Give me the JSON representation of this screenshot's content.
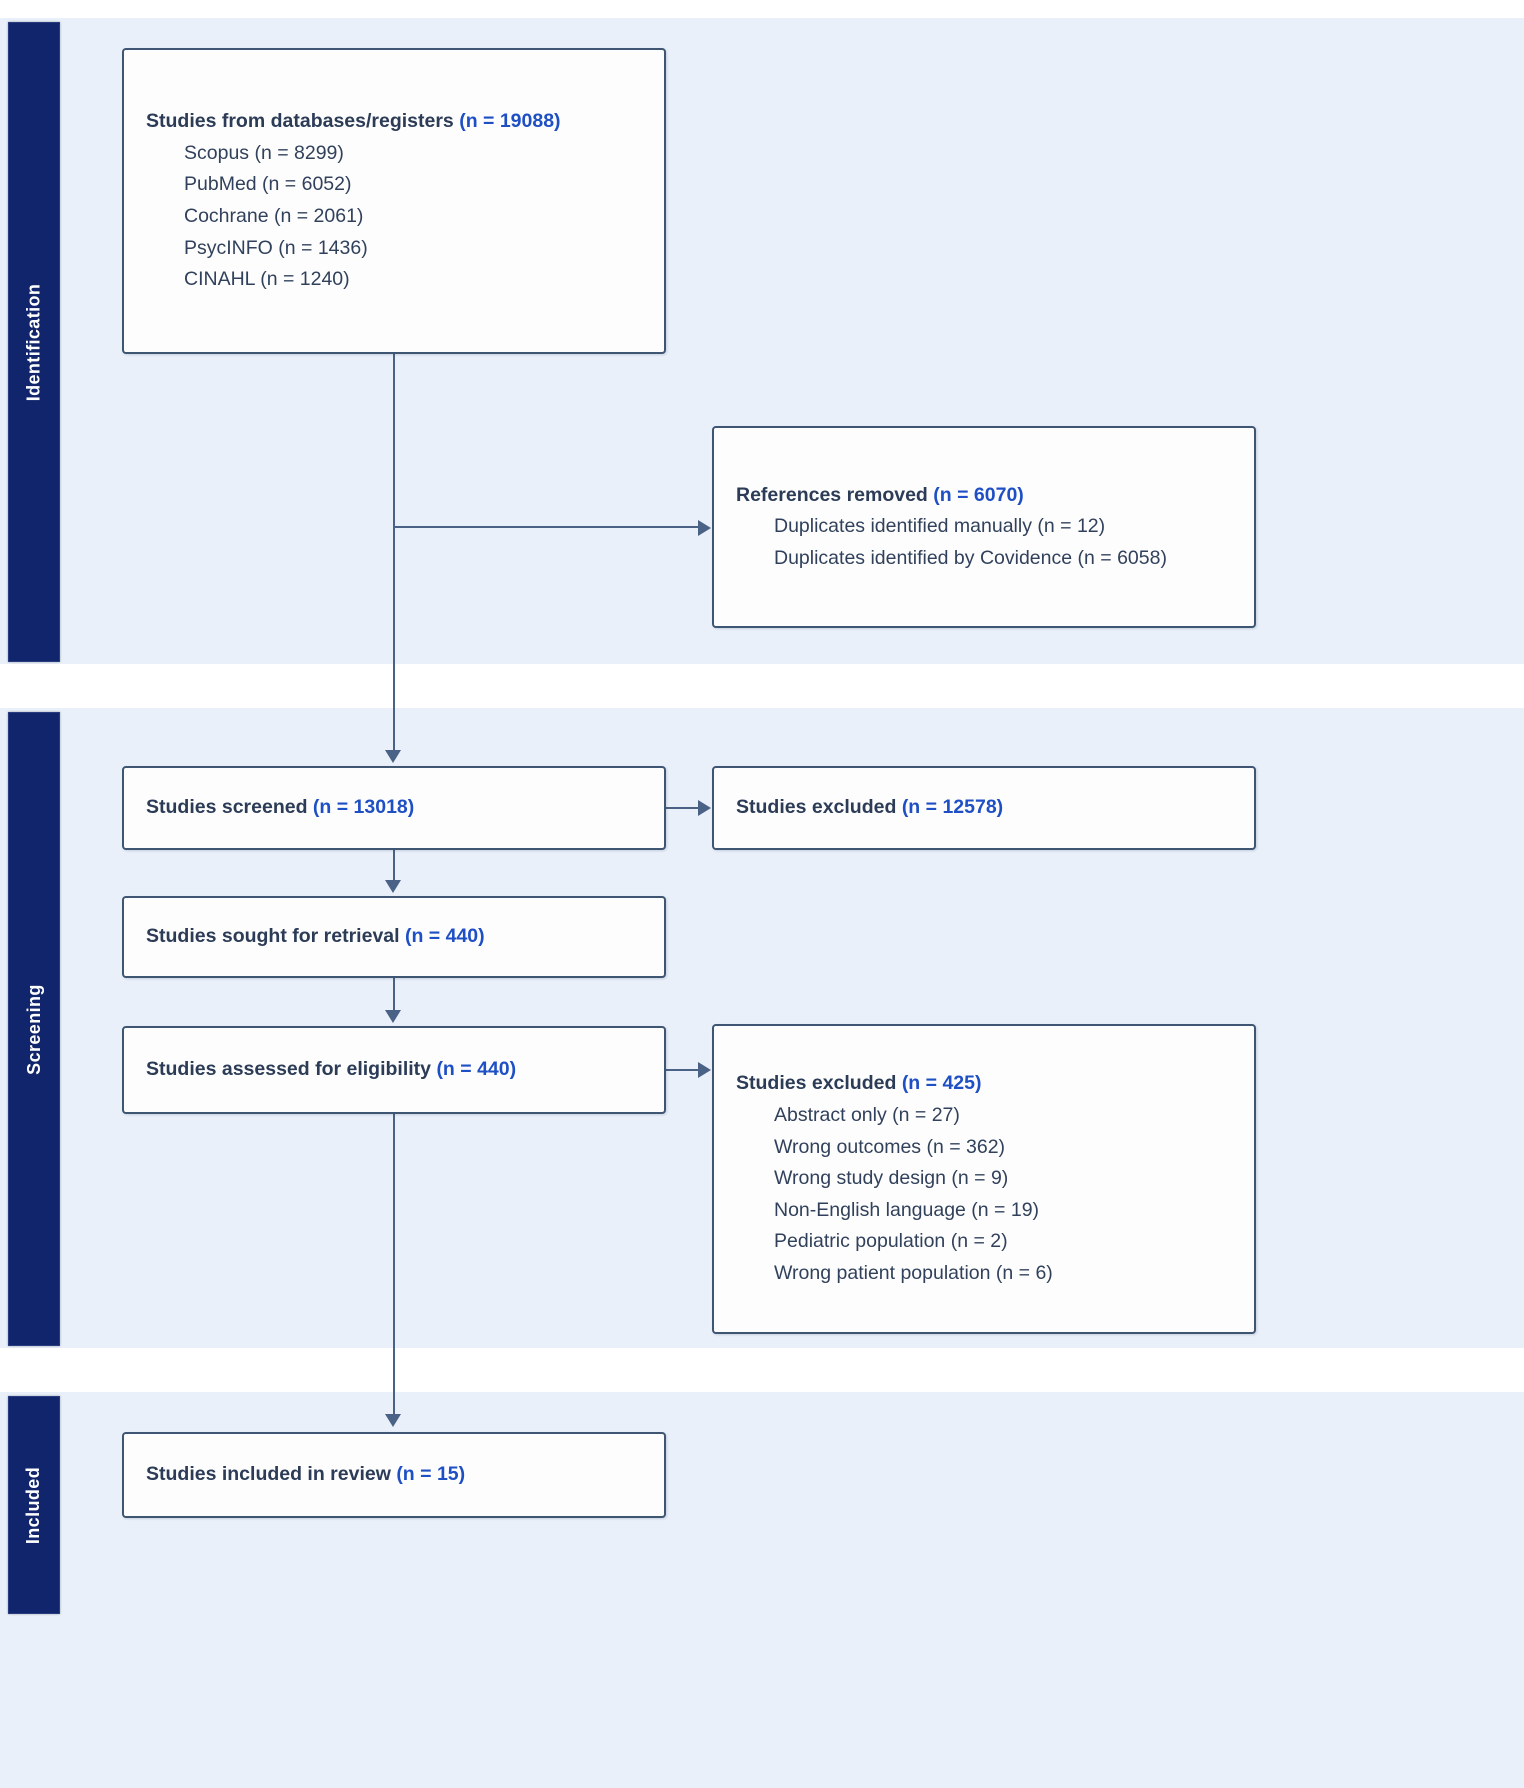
{
  "diagram": {
    "type": "prisma-flow-diagram",
    "accent_color": "#1f4fc4",
    "phase_label_color": "#10256b",
    "band_color": "#e9f0fa",
    "box_border_color": "#3f5673"
  },
  "phases": [
    {
      "key": "identification",
      "label": "Identification"
    },
    {
      "key": "screening",
      "label": "Screening"
    },
    {
      "key": "included",
      "label": "Included"
    }
  ],
  "boxes": {
    "databases": {
      "head_text": "Studies from databases/registers ",
      "head_count": "(n = 19088)",
      "sub": [
        "Scopus (n = 8299)",
        "PubMed (n = 6052)",
        "Cochrane (n = 2061)",
        "PsycINFO (n = 1436)",
        "CINAHL (n = 1240)"
      ]
    },
    "removed": {
      "head_text": "References removed ",
      "head_count": "(n = 6070)",
      "sub": [
        "Duplicates identified manually (n = 12)",
        "Duplicates identified by Covidence (n = 6058)"
      ]
    },
    "screened": {
      "head_text": "Studies screened ",
      "head_count": "(n = 13018)"
    },
    "excluded_screening": {
      "head_text": "Studies excluded ",
      "head_count": "(n = 12578)"
    },
    "retrieval": {
      "head_text": "Studies sought for retrieval ",
      "head_count": "(n = 440)"
    },
    "eligibility": {
      "head_text": "Studies assessed for eligibility ",
      "head_count": "(n = 440)"
    },
    "excluded_eligibility": {
      "head_text": "Studies excluded ",
      "head_count": "(n = 425)",
      "sub": [
        "Abstract only (n = 27)",
        "Wrong outcomes (n = 362)",
        "Wrong study design (n = 9)",
        "Non-English language (n = 19)",
        "Pediatric population (n = 2)",
        "Wrong patient population (n = 6)"
      ]
    },
    "included": {
      "head_text": "Studies included in review ",
      "head_count": "(n = 15)"
    }
  }
}
